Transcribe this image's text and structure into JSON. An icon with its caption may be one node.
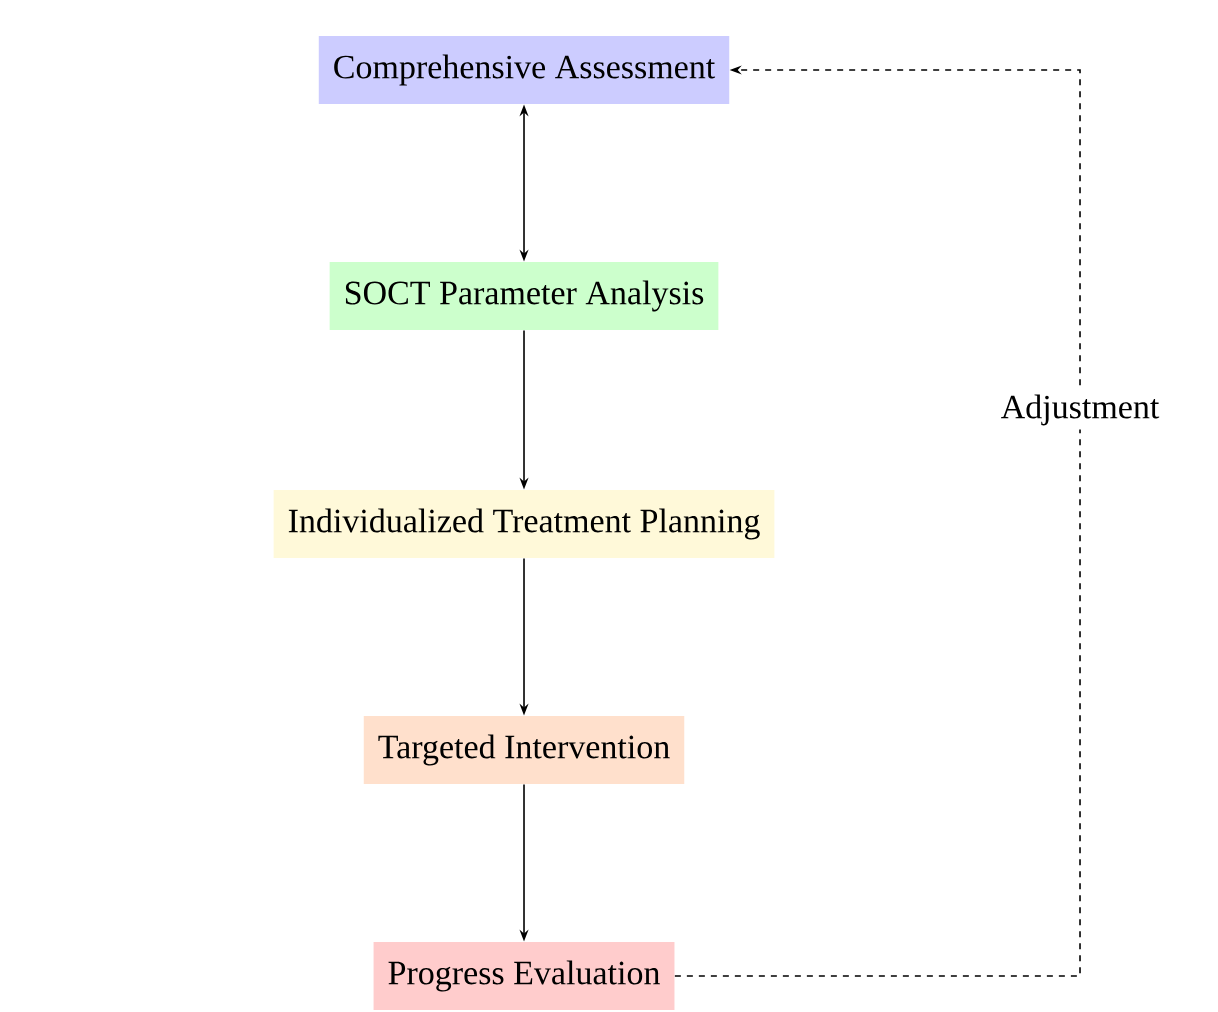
{
  "diagram": {
    "nodes": [
      {
        "text": [
          "Comprehensive Assessment"
        ]
      },
      {
        "text": [
          "SOCT Parameter Analysis"
        ]
      },
      {
        "text": [
          "Individualized Treatment Planning"
        ]
      },
      {
        "text": [
          "Targeted Intervention"
        ]
      },
      {
        "text": [
          "Progress Evaluation"
        ]
      }
    ],
    "edges": [
      {
        "from": 0,
        "to": 1,
        "arrow": "both"
      },
      {
        "from": 1,
        "to": 2,
        "arrow": "to"
      },
      {
        "from": 2,
        "to": 3,
        "arrow": "to"
      },
      {
        "from": 3,
        "to": 4,
        "arrow": "to"
      },
      {
        "from": 4,
        "to": 0,
        "arrow": "to",
        "label": "Adjustment",
        "style": "dashed"
      }
    ]
  }
}
